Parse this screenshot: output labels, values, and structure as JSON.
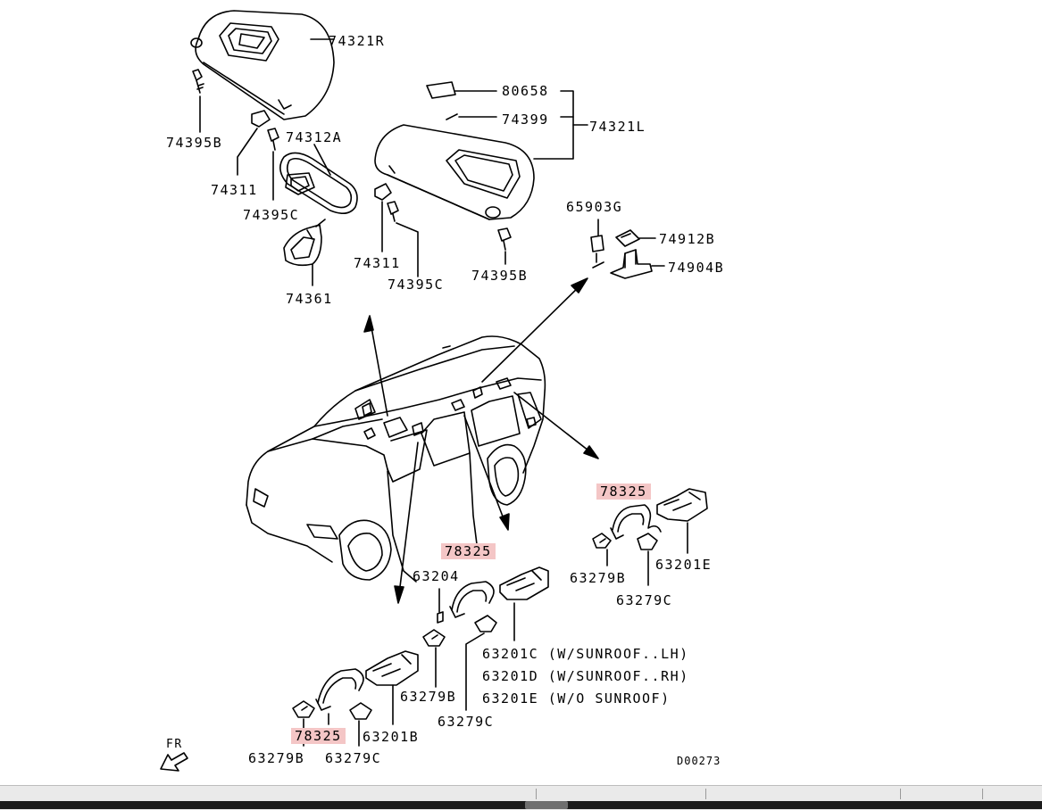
{
  "diagram": {
    "labels": {
      "p74321R": "74321R",
      "p80658": "80658",
      "p74399": "74399",
      "p74321L": "74321L",
      "p74395B_left": "74395B",
      "p74312A": "74312A",
      "p74311_left": "74311",
      "p74395C_left": "74395C",
      "p74361": "74361",
      "p74311_mid": "74311",
      "p74395C_mid": "74395C",
      "p74395B_mid": "74395B",
      "p65903G": "65903G",
      "p74912B": "74912B",
      "p74904B": "74904B",
      "p78325_right": "78325",
      "p63279B_right": "63279B",
      "p63201E_right": "63201E",
      "p63279C_right": "63279C",
      "p78325_mid": "78325",
      "p63204": "63204",
      "p63201C_note": "63201C (W/SUNROOF..LH)",
      "p63201D_note": "63201D (W/SUNROOF..RH)",
      "p63201E_note": "63201E (W/O SUNROOF)",
      "p63279B_mid": "63279B",
      "p63279C_mid": "63279C",
      "p78325_left": "78325",
      "p63201B": "63201B",
      "p63279B_left": "63279B",
      "p63279C_left": "63279C",
      "fr": "FR",
      "drawing_code": "D00273"
    },
    "highlight_color": "#f4c6c6"
  }
}
